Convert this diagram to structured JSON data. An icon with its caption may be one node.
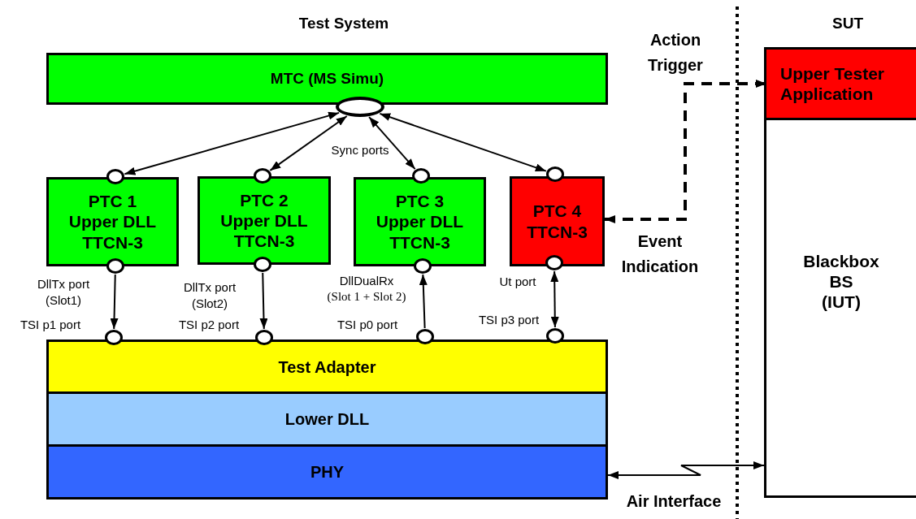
{
  "diagram": {
    "nodes": [
      {
        "text": [
          "MTC (MS Simu)"
        ]
      },
      {
        "text": [],
        "shape": "ellipse"
      },
      {
        "text": [
          "PTC 1 Upper DLL TTCN-3"
        ]
      },
      {
        "text": [],
        "shape": "circle"
      },
      {
        "text": [],
        "shape": "circle"
      },
      {
        "text": [
          "PTC 2 Upper DLL TTCN-3"
        ]
      },
      {
        "text": [],
        "shape": "circle"
      },
      {
        "text": [],
        "shape": "circle"
      },
      {
        "text": [
          "PTC 3 Upper DLL TTCN-3"
        ]
      },
      {
        "text": [],
        "shape": "circle"
      },
      {
        "text": [],
        "shape": "circle"
      },
      {
        "text": [
          "PTC 4 TTCN-3"
        ]
      },
      {
        "text": [],
        "shape": "circle"
      },
      {
        "text": [],
        "shape": "circle"
      },
      {
        "text": [
          "Test Adapter"
        ]
      },
      {
        "text": [],
        "shape": "circle"
      },
      {
        "text": [],
        "shape": "circle"
      },
      {
        "text": [],
        "shape": "circle"
      },
      {
        "text": [],
        "shape": "circle"
      },
      {
        "text": [
          "Lower DLL"
        ]
      },
      {
        "text": [
          "PHY"
        ]
      },
      {
        "text": [
          "Blackbox BS (IUT)"
        ]
      },
      {
        "text": [
          "Upper Tester Application"
        ],
        "in": 21
      }
    ],
    "edges": [
      {
        "from": 1,
        "to": 3,
        "arrow": "both"
      },
      {
        "from": 1,
        "to": 6,
        "arrow": "both"
      },
      {
        "from": 1,
        "to": 9,
        "arrow": "both"
      },
      {
        "from": 1,
        "to": 12,
        "arrow": "both"
      },
      {
        "from": 4,
        "to": 15,
        "arrow": "to"
      },
      {
        "from": 7,
        "to": 16,
        "arrow": "to"
      },
      {
        "from": 17,
        "to": 10,
        "arrow": "to"
      },
      {
        "from": 13,
        "to": 18,
        "arrow": "both"
      },
      {
        "from": 11,
        "to": 22,
        "arrow": "both",
        "style": "dashed"
      },
      {
        "from": 20,
        "to": 21,
        "arrow": "both"
      }
    ],
    "labels": [
      "Test System",
      "SUT",
      "Action Trigger",
      "Sync ports",
      "Event Indication",
      "DllTx port (Slot1)",
      "DllTx port (Slot2)",
      "DllDualRx",
      "(Slot 1 + Slot 2)",
      "Ut port",
      "TSI p1 port",
      "TSI p2 port",
      "TSI p0 port",
      "TSI p3 port",
      "Air Interface"
    ]
  }
}
